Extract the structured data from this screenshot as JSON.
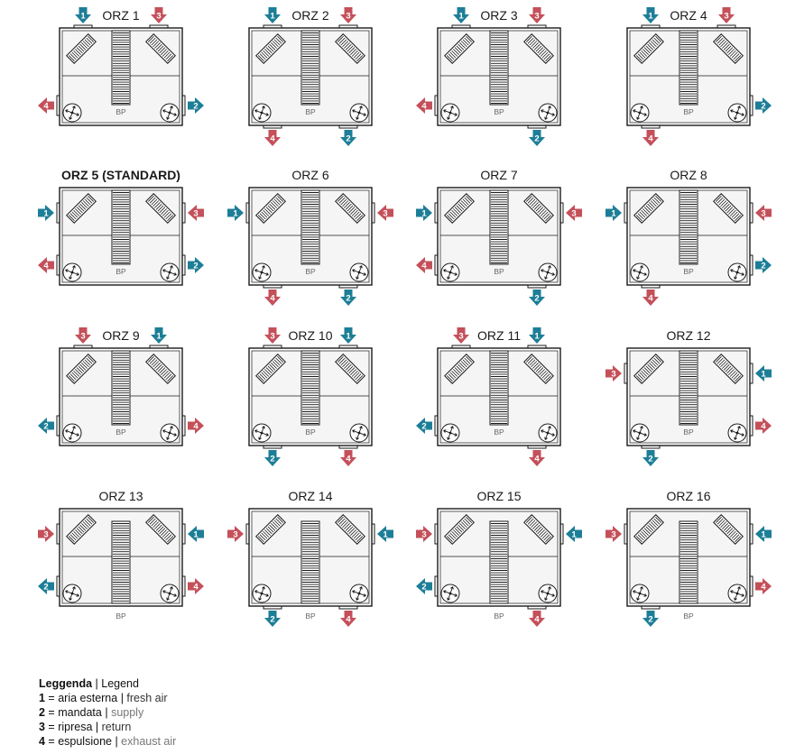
{
  "colors": {
    "fresh": "#1d7e97",
    "supply": "#1d7e97",
    "return": "#c4505a",
    "exhaust": "#c4505a",
    "line": "#1a1a1a",
    "fill": "#f5f5f5"
  },
  "bypass_label": "BP",
  "configs": [
    {
      "name": "ORZ 1",
      "bold": false,
      "bypass": "top",
      "ports": {
        "tl": [
          "top",
          1
        ],
        "tr": [
          "top",
          3
        ],
        "bl": [
          "left",
          4
        ],
        "br": [
          "right",
          2
        ]
      }
    },
    {
      "name": "ORZ 2",
      "bold": false,
      "bypass": "top",
      "ports": {
        "tl": [
          "top",
          1
        ],
        "tr": [
          "top",
          3
        ],
        "bl": [
          "bottom",
          4
        ],
        "br": [
          "bottom",
          2
        ]
      }
    },
    {
      "name": "ORZ 3",
      "bold": false,
      "bypass": "top",
      "ports": {
        "tl": [
          "top",
          1
        ],
        "tr": [
          "top",
          3
        ],
        "bl": [
          "left",
          4
        ],
        "br": [
          "bottom",
          2
        ]
      }
    },
    {
      "name": "ORZ 4",
      "bold": false,
      "bypass": "top",
      "ports": {
        "tl": [
          "top",
          1
        ],
        "tr": [
          "top",
          3
        ],
        "bl": [
          "bottom",
          4
        ],
        "br": [
          "right",
          2
        ]
      }
    },
    {
      "name": "ORZ 5 (STANDARD)",
      "bold": true,
      "bypass": "top",
      "ports": {
        "tl": [
          "left",
          1
        ],
        "tr": [
          "right",
          3
        ],
        "bl": [
          "left",
          4
        ],
        "br": [
          "right",
          2
        ]
      }
    },
    {
      "name": "ORZ 6",
      "bold": false,
      "bypass": "top",
      "ports": {
        "tl": [
          "left",
          1
        ],
        "tr": [
          "right",
          3
        ],
        "bl": [
          "bottom",
          4
        ],
        "br": [
          "bottom",
          2
        ]
      }
    },
    {
      "name": "ORZ 7",
      "bold": false,
      "bypass": "top",
      "ports": {
        "tl": [
          "left",
          1
        ],
        "tr": [
          "right",
          3
        ],
        "bl": [
          "left",
          4
        ],
        "br": [
          "bottom",
          2
        ]
      }
    },
    {
      "name": "ORZ 8",
      "bold": false,
      "bypass": "top",
      "ports": {
        "tl": [
          "left",
          1
        ],
        "tr": [
          "right",
          3
        ],
        "bl": [
          "bottom",
          4
        ],
        "br": [
          "right",
          2
        ]
      }
    },
    {
      "name": "ORZ 9",
      "bold": false,
      "bypass": "top",
      "ports": {
        "tl": [
          "top",
          3
        ],
        "tr": [
          "top",
          1
        ],
        "bl": [
          "left",
          2
        ],
        "br": [
          "right",
          4
        ]
      }
    },
    {
      "name": "ORZ 10",
      "bold": false,
      "bypass": "top",
      "ports": {
        "tl": [
          "top",
          3
        ],
        "tr": [
          "top",
          1
        ],
        "bl": [
          "bottom",
          2
        ],
        "br": [
          "bottom",
          4
        ]
      }
    },
    {
      "name": "ORZ 11",
      "bold": false,
      "bypass": "top",
      "ports": {
        "tl": [
          "top",
          3
        ],
        "tr": [
          "top",
          1
        ],
        "bl": [
          "left",
          2
        ],
        "br": [
          "bottom",
          4
        ]
      }
    },
    {
      "name": "ORZ 12",
      "bold": false,
      "bypass": "top",
      "ports": {
        "tl": [
          "left",
          3
        ],
        "tr": [
          "right",
          1
        ],
        "bl": [
          "bottom",
          2
        ],
        "br": [
          "right",
          4
        ]
      }
    },
    {
      "name": "ORZ 13",
      "bold": false,
      "bypass": "bottom",
      "ports": {
        "tl": [
          "left",
          3
        ],
        "tr": [
          "right",
          1
        ],
        "bl": [
          "left",
          2
        ],
        "br": [
          "right",
          4
        ]
      }
    },
    {
      "name": "ORZ 14",
      "bold": false,
      "bypass": "bottom",
      "ports": {
        "tl": [
          "left",
          3
        ],
        "tr": [
          "right",
          1
        ],
        "bl": [
          "bottom",
          2
        ],
        "br": [
          "bottom",
          4
        ]
      }
    },
    {
      "name": "ORZ 15",
      "bold": false,
      "bypass": "bottom",
      "ports": {
        "tl": [
          "left",
          3
        ],
        "tr": [
          "right",
          1
        ],
        "bl": [
          "left",
          2
        ],
        "br": [
          "bottom",
          4
        ]
      }
    },
    {
      "name": "ORZ 16",
      "bold": false,
      "bypass": "bottom",
      "ports": {
        "tl": [
          "left",
          3
        ],
        "tr": [
          "right",
          1
        ],
        "bl": [
          "bottom",
          2
        ],
        "br": [
          "right",
          4
        ]
      }
    }
  ],
  "legend": {
    "title_it": "Leggenda",
    "title_sep": " | ",
    "title_en": "Legend",
    "items": [
      {
        "num": "1",
        "it": "aria esterna",
        "en": "fresh air",
        "light": false
      },
      {
        "num": "2",
        "it": "mandata",
        "en": "supply",
        "light": true
      },
      {
        "num": "3",
        "it": "ripresa",
        "en": "return",
        "light": false
      },
      {
        "num": "4",
        "it": "espulsione",
        "en": "exhaust air",
        "light": true
      }
    ]
  }
}
